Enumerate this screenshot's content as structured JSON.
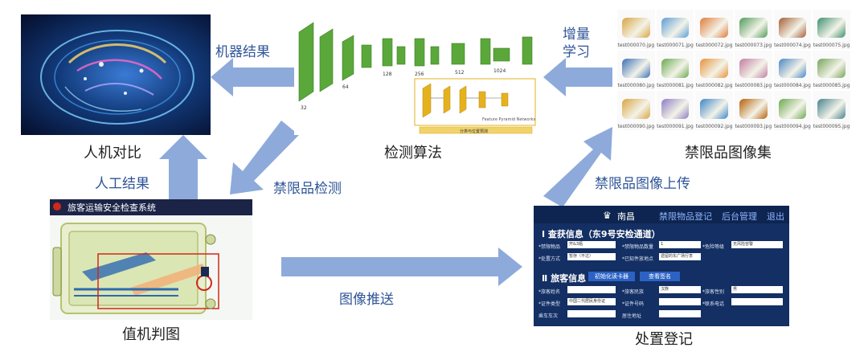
{
  "nodes": {
    "human_compare": {
      "caption": "人机对比"
    },
    "algorithm": {
      "caption": "检测算法"
    },
    "image_set": {
      "caption": "禁限品图像集"
    },
    "machine_judge": {
      "caption": "值机判图"
    },
    "register": {
      "caption": "处置登记"
    }
  },
  "arrows": {
    "machine_result": "机器结果",
    "incremental_learning": [
      "增量",
      "学习"
    ],
    "manual_result": "人工结果",
    "detection": "禁限品检测",
    "upload": "禁限品图像上传",
    "push": "图像推送"
  },
  "network": {
    "block_labels": [
      "32",
      "64",
      "128",
      "256",
      "512",
      "1024"
    ],
    "fpn_label": "Feature Pyramid Networks",
    "bottom_label": "分类与位置预测",
    "colors": {
      "conv": "#5aa83a",
      "fpn": "#e5b21e",
      "fpn_box": "#f1d36b"
    }
  },
  "gallery": {
    "filenames": [
      "test000070.jpg",
      "test000071.jpg",
      "test000072.jpg",
      "test000073.jpg",
      "test000074.jpg",
      "test000075.jpg",
      "test000080.jpg",
      "test000081.jpg",
      "test000082.jpg",
      "test000083.jpg",
      "test000084.jpg",
      "test000085.jpg",
      "test000090.jpg",
      "test000091.jpg",
      "test000092.jpg",
      "test000093.jpg",
      "test000094.jpg",
      "test000095.jpg"
    ],
    "colors": [
      "#d9a441",
      "#5b9bd5",
      "#e07b39",
      "#4e9a5a",
      "#a55d35",
      "#3c8f6e",
      "#3b6fb6",
      "#6aa84f",
      "#e69138",
      "#c27ba0",
      "#4a86c5",
      "#76a35b",
      "#d9a441",
      "#8e7cc3",
      "#3d85c6",
      "#b45f06",
      "#6aa84f",
      "#45818e"
    ]
  },
  "xray": {
    "title": "旅客运输安全检查系统",
    "colors": {
      "bg": "#1b2446",
      "detect": "#d0281b"
    }
  },
  "form": {
    "location": "南昌",
    "nav": [
      "禁限物品登记",
      "后台管理",
      "退出"
    ],
    "section1": "Ⅰ 查获信息（东9号安检通道）",
    "section2": "Ⅱ 旅客信息",
    "btn_read": "初始化读卡器",
    "btn_sign": "查看签名",
    "fields1": [
      {
        "label": "*禁限物品",
        "value": "开&3瓶"
      },
      {
        "label": "*禁限物品数量",
        "value": "1"
      },
      {
        "label": "*危险等级",
        "value": "无风险容警"
      },
      {
        "label": "*处置方式",
        "value": "暂存（不过）"
      },
      {
        "label": "*已知件放地点",
        "value": "遗留的东广场行李"
      }
    ],
    "fields2": [
      {
        "label": "*旅客姓名",
        "value": ""
      },
      {
        "label": "*旅客民族",
        "value": "汉族"
      },
      {
        "label": "*旅客性别",
        "value": "男"
      },
      {
        "label": "*证件类型",
        "value": "中国二代居民身份证"
      },
      {
        "label": "*证件号码",
        "value": ""
      },
      {
        "label": "*联系电话",
        "value": ""
      },
      {
        "label": "乘车车次",
        "value": ""
      },
      {
        "label": "居住地址",
        "value": ""
      }
    ]
  },
  "arrow_color": "#8eaadb"
}
